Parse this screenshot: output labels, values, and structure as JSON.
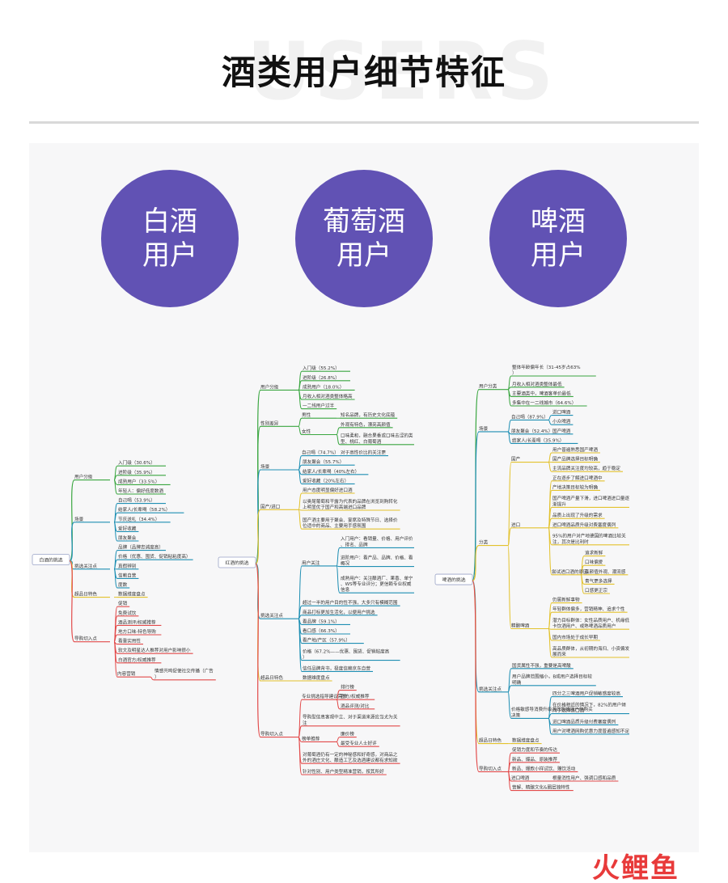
{
  "header": {
    "watermark": "USERS",
    "title": "酒类用户细节特征"
  },
  "circles": [
    {
      "line1": "白酒",
      "line2": "用户"
    },
    {
      "line1": "葡萄酒",
      "line2": "用户"
    },
    {
      "line1": "啤酒",
      "line2": "用户"
    }
  ],
  "colors": {
    "circle": "#6152b4",
    "green": "#3aa640",
    "cyan": "#1f8fb3",
    "yellow": "#e3c22d",
    "red": "#e24a4a"
  },
  "maps": [
    {
      "root": "白酒的挑选",
      "branches": [
        {
          "label": "用户分级",
          "color": "green",
          "children": [
            {
              "label": "入门级（30.6%）"
            },
            {
              "label": "进阶级（35.9%）"
            },
            {
              "label": "成熟用户（33.5%）"
            },
            {
              "label": "年轻人：偏好低度数酒"
            }
          ]
        },
        {
          "label": "场景",
          "color": "cyan",
          "children": [
            {
              "label": "自己喝（53.9%）"
            },
            {
              "label": "结家人/长辈喝（58.2%）"
            },
            {
              "label": "节庆送礼（34.4%）"
            },
            {
              "label": "爱好收藏"
            },
            {
              "label": "朋友聚会"
            }
          ]
        },
        {
          "label": "挑选关注点",
          "color": "cyan",
          "children": [
            {
              "label": "品牌（品牌忠诚度高）"
            },
            {
              "label": "价格（优惠、囤货、促销粘粘度高）"
            },
            {
              "label": "真假辨别"
            },
            {
              "label": "信赖自营"
            },
            {
              "label": "度数"
            }
          ]
        },
        {
          "label": "超品日特色",
          "color": "yellow",
          "children": [
            {
              "label": "数据维度盘点"
            }
          ]
        },
        {
          "label": "导购切入点",
          "color": "red",
          "children": [
            {
              "label": "促销"
            },
            {
              "label": "免费试饮"
            },
            {
              "label": "酒品测评/权威推荐"
            },
            {
              "label": "地方口味-特色导购"
            },
            {
              "label": "看重实用性"
            },
            {
              "label": "软文及明星达人推荐对用户影响很小"
            },
            {
              "label": "白酒官方/权威推荐"
            },
            {
              "label": "内容营销",
              "children": [
                {
                  "label": "情感共鸣促使社交传播（广告）"
                }
              ]
            }
          ]
        }
      ]
    },
    {
      "root": "红酒的挑选",
      "branches": [
        {
          "label": "用户分级",
          "color": "green",
          "children": [
            {
              "label": "入门级（55.2%）"
            },
            {
              "label": "进阶级（26.8%）"
            },
            {
              "label": "成熟用户（18.0%）"
            },
            {
              "label": "月收入相对酒类整体略高"
            },
            {
              "label": "一二线用户过半"
            }
          ]
        },
        {
          "label": "性别差异",
          "color": "green",
          "children": [
            {
              "label": "男性",
              "children": [
                {
                  "label": "知名品牌，有历史文化底蕴"
                }
              ]
            },
            {
              "label": "女性",
              "children": [
                {
                  "label": "外观有特色，漂亮高颜值"
                },
                {
                  "label": "口味柔和，融合果香或口味去涩的类型、桃红、白葡萄酒"
                }
              ]
            }
          ]
        },
        {
          "label": "场景",
          "color": "cyan",
          "children": [
            {
              "label": "自己喝（74.7%）",
              "children": [
                {
                  "label": "对于高性价比的关注更"
                }
              ]
            },
            {
              "label": "朋友聚会（55.7%）"
            },
            {
              "label": "结家人/长辈喝（40%左右）"
            },
            {
              "label": "爱好收藏（20%左右）"
            }
          ]
        },
        {
          "label": "国产/进口",
          "color": "yellow",
          "children": [
            {
              "label": "用户态度明显偏好进口酒"
            },
            {
              "label": "以奥尾葡萄和干露为代表的品牌在浏览到购转化上明显优于国产和高端进口品牌"
            },
            {
              "label": "国产酒主要用于聚会、宴席及特殊节日、选择价位适中的商品、主要用手感氛围"
            }
          ]
        },
        {
          "label": "挑选关注点",
          "color": "cyan",
          "children": [
            {
              "label": "用户关注",
              "children": [
                {
                  "label": "入门用户：看销量、价格、用户评价、排名、品牌"
                },
                {
                  "label": "进阶用户：看产品、品牌、价格、看概况"
                },
                {
                  "label": "成熟用户：关注酿酒厂、果香、单宁、WS等专业评分；更信赖专业权威信息"
                }
              ]
            },
            {
              "label": "超过一半的用户目的性不强，大多只有模糊范围"
            },
            {
              "label": "商品打标更加生活化，以便用户挑选"
            },
            {
              "label": "看品牌（59.1%）"
            },
            {
              "label": "看口感（66.3%）"
            },
            {
              "label": "看产地/产区（57.9%）"
            },
            {
              "label": "价格（67.2%——优惠、囤货、促销粘度高）"
            },
            {
              "label": "信任品牌背书，极度信赖京东自营"
            }
          ]
        },
        {
          "label": "超品日特色",
          "color": "yellow",
          "children": [
            {
              "label": "数据维度盘点"
            }
          ]
        },
        {
          "label": "导购切入点",
          "color": "red",
          "children": [
            {
              "label": "专业挑选指导建议需求",
              "children": [
                {
                  "label": "排行榜"
                },
                {
                  "label": "官方/权威推荐"
                },
                {
                  "label": "酒品评测/对比"
                }
              ]
            },
            {
              "label": "导购型信息客观中立、对于渠道来源应当尤为关注"
            },
            {
              "label": "榜单推荐",
              "children": [
                {
                  "label": "廉价榜"
                },
                {
                  "label": "最受专业人士好评"
                }
              ]
            },
            {
              "label": "对葡萄酒仍有一定的神秘感和好奇感，对商品之外的酒庄文化、酿造工艺及选酒建议都有求知欲"
            },
            {
              "label": "针对性别、用户类型精准营销，按其所好"
            }
          ]
        }
      ]
    },
    {
      "root": "啤酒的挑选",
      "branches": [
        {
          "label": "用户分类",
          "color": "green",
          "children": [
            {
              "label": "整体年龄偏年长（31-45岁占63%）"
            },
            {
              "label": "月收入相对酒类整体最低"
            },
            {
              "label": "主要酒类中，啤酒客单价最低"
            },
            {
              "label": "多集中在一二线城市（64.6%）"
            }
          ]
        },
        {
          "label": "场景",
          "color": "cyan",
          "children": [
            {
              "label": "自己喝（87.9%）",
              "children": [
                {
                  "label": "进口啤酒"
                },
                {
                  "label": "小众啤酒"
                }
              ]
            },
            {
              "label": "朋友聚会（52.4%）",
              "children": [
                {
                  "label": "国产啤酒"
                }
              ]
            },
            {
              "label": "结家人/长辈喝（35.9%）"
            }
          ]
        },
        {
          "label": "分类",
          "color": "yellow",
          "children": [
            {
              "label": "国产",
              "children": [
                {
                  "label": "用户普遍熟悉国产啤酒"
                },
                {
                  "label": "国产品牌选择目标明确"
                },
                {
                  "label": "主流品牌关注度均较高，趋于稳定"
                }
              ]
            },
            {
              "label": "进口",
              "children": [
                {
                  "label": "正在逐步了解进口啤酒中"
                },
                {
                  "label": "产地决策目标较为明确"
                },
                {
                  "label": "国产啤酒产量下滑，进口啤酒进口量逐渐提升"
                },
                {
                  "label": "品质上出现了升级的需求"
                },
                {
                  "label": "进口啤酒品质升级对费塞度偶列"
                },
                {
                  "label": "95%的用户对产地德国的啤酒比较关注，其次是比利时"
                },
                {
                  "label": "尝试进口酒的原因",
                  "children": [
                    {
                      "label": "追求新鲜"
                    },
                    {
                      "label": "口味偏爱"
                    },
                    {
                      "label": "高颜值外观、潮流感"
                    },
                    {
                      "label": "青气更多选择"
                    },
                    {
                      "label": "口感更正宗"
                    }
                  ]
                }
              ]
            },
            {
              "label": "精酿啤酒",
              "children": [
                {
                  "label": "仍属新鲜事物"
                },
                {
                  "label": "年轻群体偏多，营销精神、追求个性"
                },
                {
                  "label": "潜力目标群体：女性品质用户、机缘低卡饮酒用户、或熟啤酒品质用户"
                },
                {
                  "label": "国内市场处于成长早期"
                },
                {
                  "label": "高品质群体，从初期的海归、小资偏发展而来"
                }
              ]
            }
          ]
        },
        {
          "label": "挑选关注点",
          "color": "cyan",
          "children": [
            {
              "label": "国货属性不强，重要是高啤酸"
            },
            {
              "label": "用户品牌范围缩小，B成用户选择目标较明确"
            },
            {
              "label": "价格敏感导消费升级共同影响用户的购买决策",
              "children": [
                {
                  "label": "四分之三啤酒用户促销敏感度较高"
                },
                {
                  "label": "在价格相近的情况下，82%的用户倾向于选择进口酒"
                },
                {
                  "label": "进口啤酒品质升级付费塞度偶列"
                },
                {
                  "label": "用户对啤酒网购优惠力度普遍感知不足"
                }
              ]
            }
          ]
        },
        {
          "label": "超品日特色",
          "color": "yellow",
          "children": [
            {
              "label": "数据维度盘点"
            }
          ]
        },
        {
          "label": "导购切入点",
          "color": "red",
          "children": [
            {
              "label": "促销力度和节奏的传达"
            },
            {
              "label": "新品、爆品、原装推荐"
            },
            {
              "label": "新品、爆款小样试饮、赠饮活动"
            },
            {
              "label": "进口啤酒",
              "children": [
                {
                  "label": "根量消性用户、强调口感和品质"
                }
              ]
            },
            {
              "label": "营解、精酿文化&圈层独特性"
            }
          ]
        }
      ]
    }
  ],
  "footer": {
    "logo": "火鲤鱼"
  }
}
